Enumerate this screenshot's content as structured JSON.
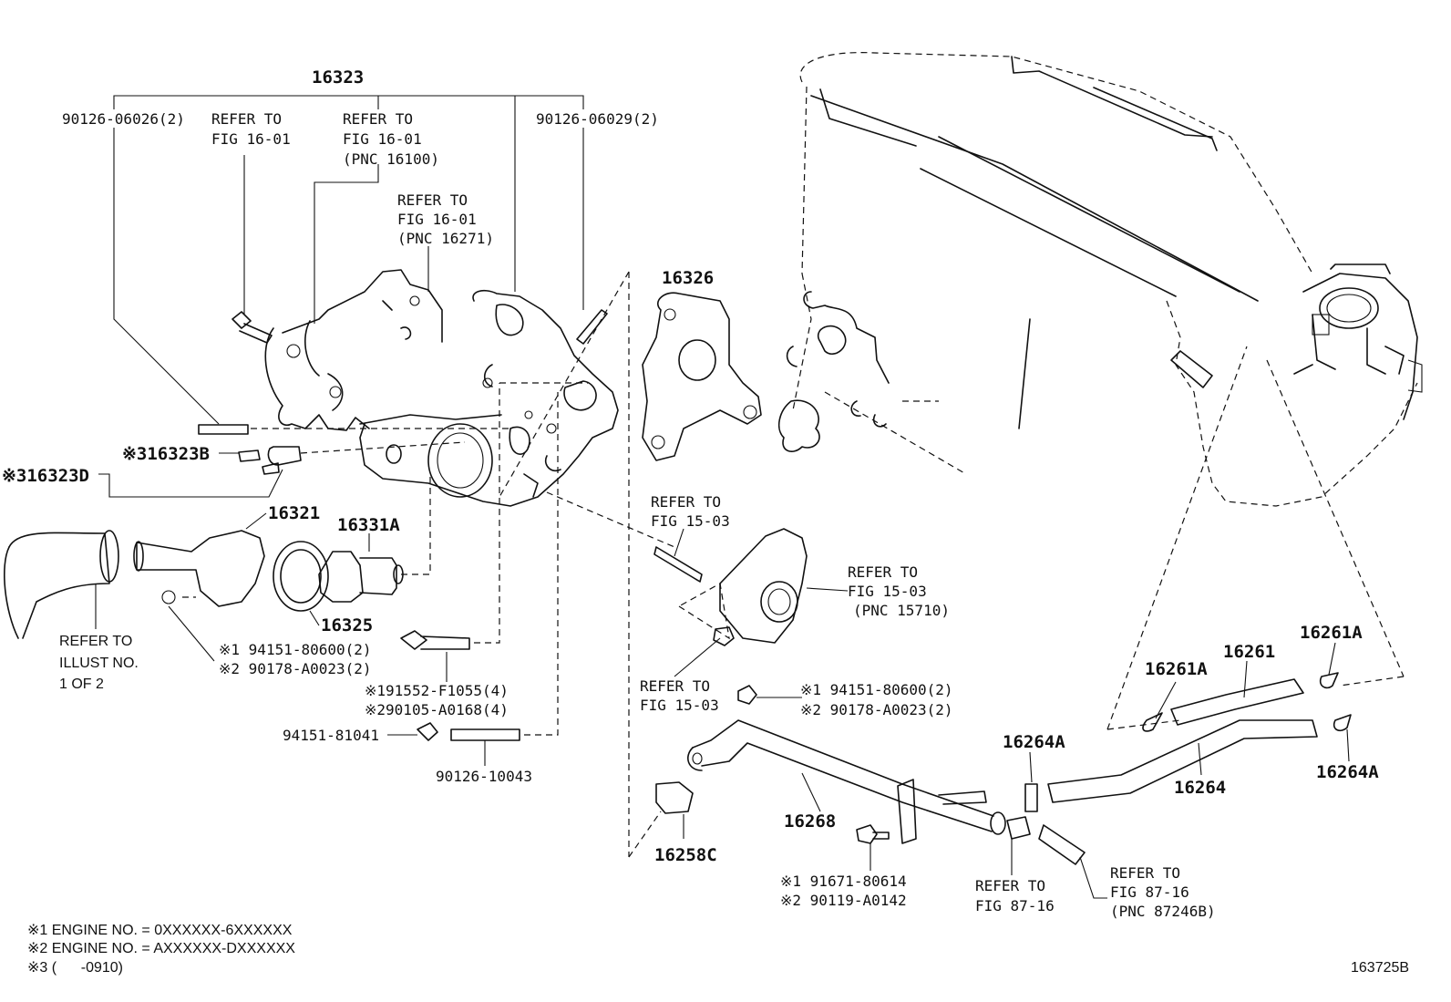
{
  "labels": {
    "p16323": "16323",
    "p16326": "16326",
    "bolt_left": "90126-06026(2)",
    "bolt_right": "90126-06029(2)",
    "ref_a1": "REFER TO",
    "ref_a2": "FIG 16-01",
    "ref_b1": "REFER TO",
    "ref_b2": "FIG 16-01",
    "ref_b3": "(PNC 16100)",
    "ref_c1": "REFER TO",
    "ref_c2": "FIG 16-01",
    "ref_c3": "(PNC 16271)",
    "p16323B": "※316323B",
    "p16323D": "※316323D",
    "p16321": "16321",
    "p16331A": "16331A",
    "p16325": "16325",
    "illust1": "REFER TO",
    "illust2": "ILLUST NO.",
    "illust3": "1 OF 2",
    "nut_a1": "※1 94151-80600(2)",
    "nut_a2": "※2 90178-A0023(2)",
    "bolt_b1": "※191552-F1055(4)",
    "bolt_b2": "※290105-A0168(4)",
    "nut_c": "94151-81041",
    "stud_c": "90126-10043",
    "ref_d1": "REFER TO",
    "ref_d2": "FIG 15-03",
    "ref_e1": "REFER TO",
    "ref_e2": "FIG 15-03",
    "ref_e3": "(PNC 15710)",
    "ref_f1": "REFER TO",
    "ref_f2": "FIG 15-03",
    "nut_d1": "※1 94151-80600(2)",
    "nut_d2": "※2 90178-A0023(2)",
    "p16268": "16268",
    "p16258C": "16258C",
    "bolt_e1": "※1 91671-80614",
    "bolt_e2": "※2 90119-A0142",
    "ref_g1": "REFER TO",
    "ref_g2": "FIG 87-16",
    "ref_h1": "REFER TO",
    "ref_h2": "FIG 87-16",
    "ref_h3": "(PNC 87246B)",
    "p16264A_a": "16264A",
    "p16264A_b": "16264A",
    "p16264": "16264",
    "p16261": "16261",
    "p16261A_a": "16261A",
    "p16261A_b": "16261A"
  },
  "notes": {
    "n1": "※1 ENGINE NO. = 0XXXXXX-6XXXXXX",
    "n2": "※2 ENGINE NO. = AXXXXXX-DXXXXXX",
    "n3": "※3 (      -0910)"
  },
  "figure_id": "163725B"
}
